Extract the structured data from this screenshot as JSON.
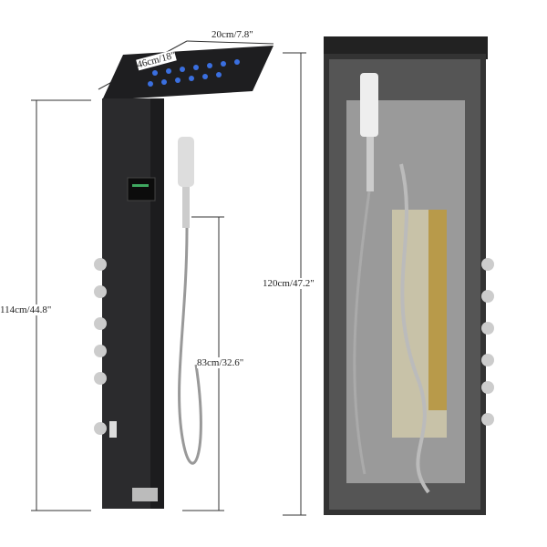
{
  "dimensions": {
    "width_top": "46cm/18\"",
    "depth_top": "20cm/7.8\"",
    "height_left": "114cm/44.8\"",
    "hose_height": "83cm/32.6\"",
    "height_total": "120cm/47.2\""
  },
  "colors": {
    "panel": "#2b2b2d",
    "chrome": "#c8c8c8",
    "led": "#3a6fe0"
  }
}
